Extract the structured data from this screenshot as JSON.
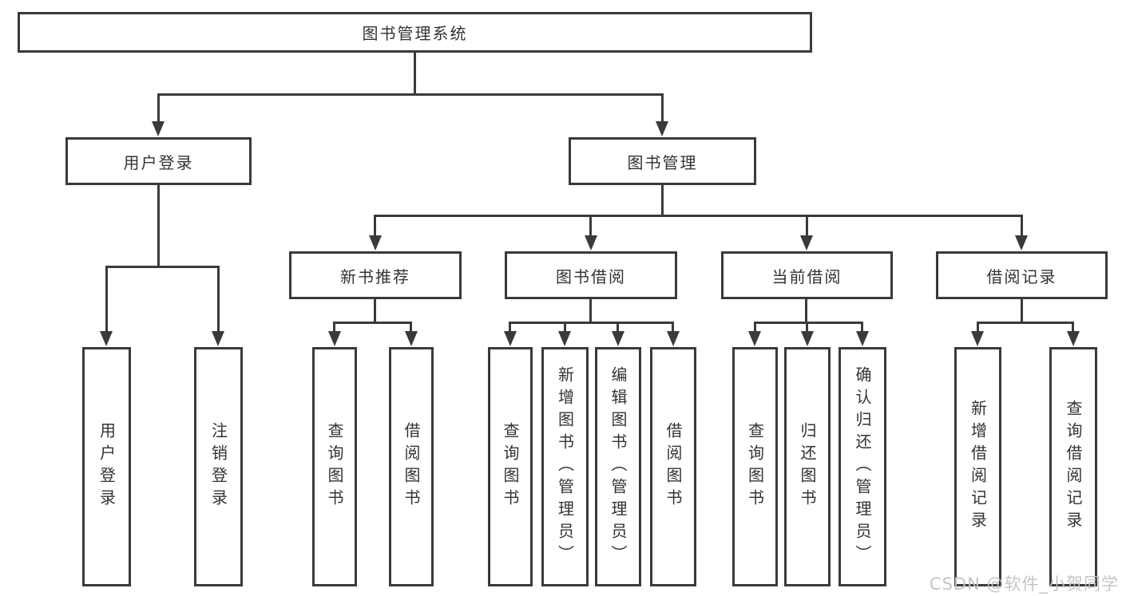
{
  "diagram_type": "functional-structure-tree",
  "tree": {
    "label": "图书管理系统",
    "children": [
      {
        "label": "用户登录",
        "children": [
          {
            "label": "用户登录"
          },
          {
            "label": "注销登录"
          }
        ]
      },
      {
        "label": "图书管理",
        "children": [
          {
            "label": "新书推荐",
            "children": [
              {
                "label": "查询图书"
              },
              {
                "label": "借阅图书"
              }
            ]
          },
          {
            "label": "图书借阅",
            "children": [
              {
                "label": "查询图书"
              },
              {
                "label": "新增图书（管理员）"
              },
              {
                "label": "编辑图书（管理员）"
              },
              {
                "label": "借阅图书"
              }
            ]
          },
          {
            "label": "当前借阅",
            "children": [
              {
                "label": "查询图书"
              },
              {
                "label": "归还图书"
              },
              {
                "label": "确认归还（管理员）"
              }
            ]
          },
          {
            "label": "借阅记录",
            "children": [
              {
                "label": "新增借阅记录"
              },
              {
                "label": "查询借阅记录"
              }
            ]
          }
        ]
      }
    ]
  },
  "watermark": {
    "text": "CSDN @软件_小贺同学",
    "color": "#c2c2c2"
  },
  "colors": {
    "line": "#3a3a3a",
    "text": "#333333",
    "background": "#ffffff"
  }
}
